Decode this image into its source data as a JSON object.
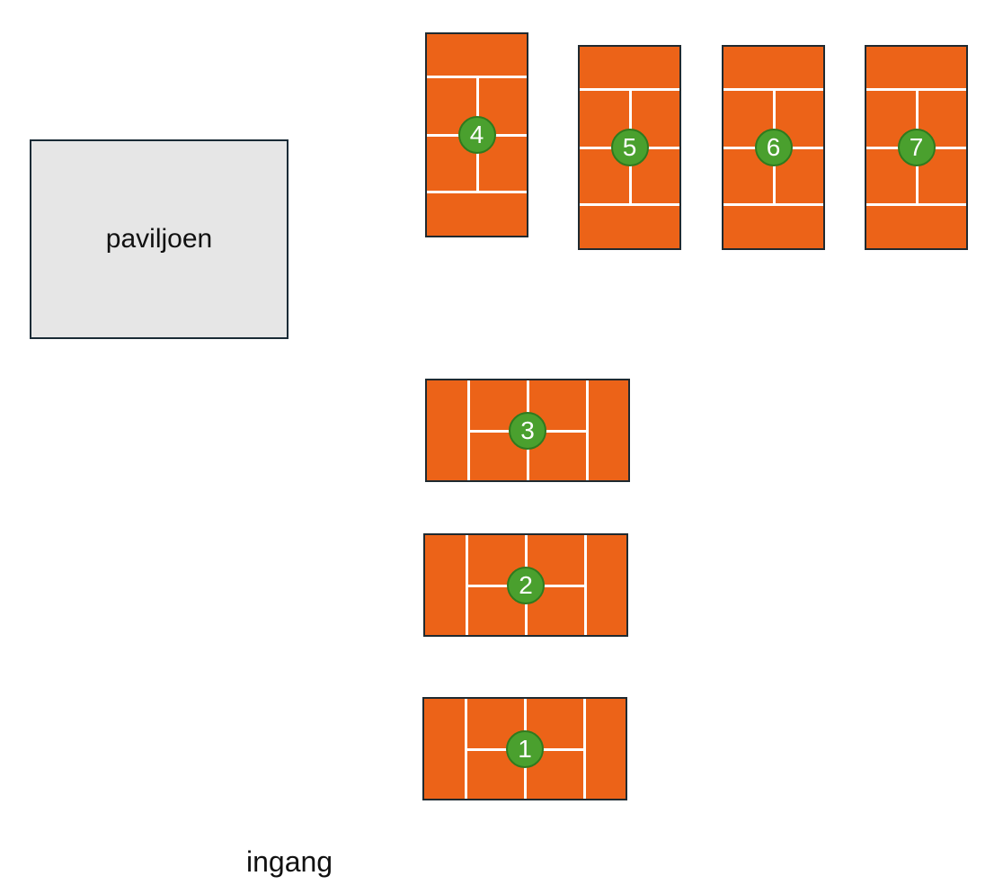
{
  "pavilion": {
    "label": "paviljoen"
  },
  "entrance": {
    "label": "ingang"
  },
  "colors": {
    "court": "#ec6318",
    "badge": "#4aa02e",
    "pavilion": "#e6e6e6"
  },
  "courts": [
    {
      "number": "1"
    },
    {
      "number": "2"
    },
    {
      "number": "3"
    },
    {
      "number": "4"
    },
    {
      "number": "5"
    },
    {
      "number": "6"
    },
    {
      "number": "7"
    }
  ]
}
